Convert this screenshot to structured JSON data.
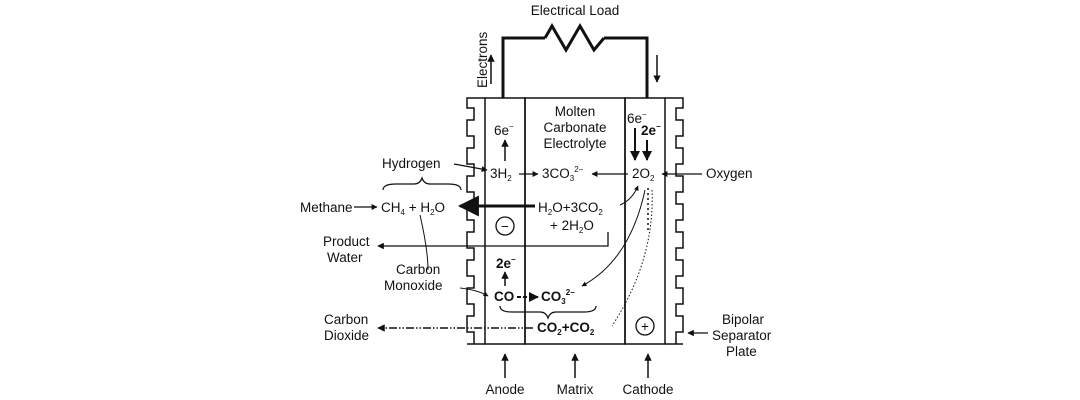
{
  "labels": {
    "electrical_load": "Electrical Load",
    "electrons": "Electrons",
    "electrolyte_line1": "Molten",
    "electrolyte_line2": "Carbonate",
    "electrolyte_line3": "Electrolyte",
    "hydrogen": "Hydrogen",
    "oxygen": "Oxygen",
    "methane": "Methane",
    "product_water_line1": "Product",
    "product_water_line2": "Water",
    "carbon_monoxide_line1": "Carbon",
    "carbon_monoxide_line2": "Monoxide",
    "carbon_dioxide_line1": "Carbon",
    "carbon_dioxide_line2": "Dioxide",
    "bipolar_line1": "Bipolar",
    "bipolar_line2": "Separator",
    "bipolar_line3": "Plate",
    "anode": "Anode",
    "matrix": "Matrix",
    "cathode": "Cathode",
    "minus_sign": "−",
    "plus_sign": "+"
  },
  "species": {
    "anode_6e": "6e",
    "cathode_6e": "6e",
    "cathode_2e": "2e",
    "anode_2e": "2e",
    "electron_sup": "−",
    "h2_coef": "3H",
    "h2_sub": "2",
    "co3_coef": "3CO",
    "co3_sub": "3",
    "co3_sup": "2−",
    "o2_coef": "2O",
    "o2_sub": "2",
    "ch4": "CH",
    "ch4_sub": "4",
    "plus_h2o": " + H",
    "h2o_sub": "2",
    "h2o_o": "O",
    "h2o_co2_a": "H",
    "h2o_co2_sub1": "2",
    "h2o_co2_b": "O+3CO",
    "h2o_co2_sub2": "2",
    "plus_2h2o_a": "+ 2H",
    "plus_2h2o_sub": "2",
    "plus_2h2o_b": "O",
    "co": "CO",
    "co3b": "CO",
    "co3b_sub": "3",
    "co3b_sup": "2−",
    "co2co2_a": "CO",
    "co2co2_sub1": "2",
    "co2co2_b": "+CO",
    "co2co2_sub2": "2"
  },
  "colors": {
    "line": "#111111",
    "background": "#ffffff"
  }
}
